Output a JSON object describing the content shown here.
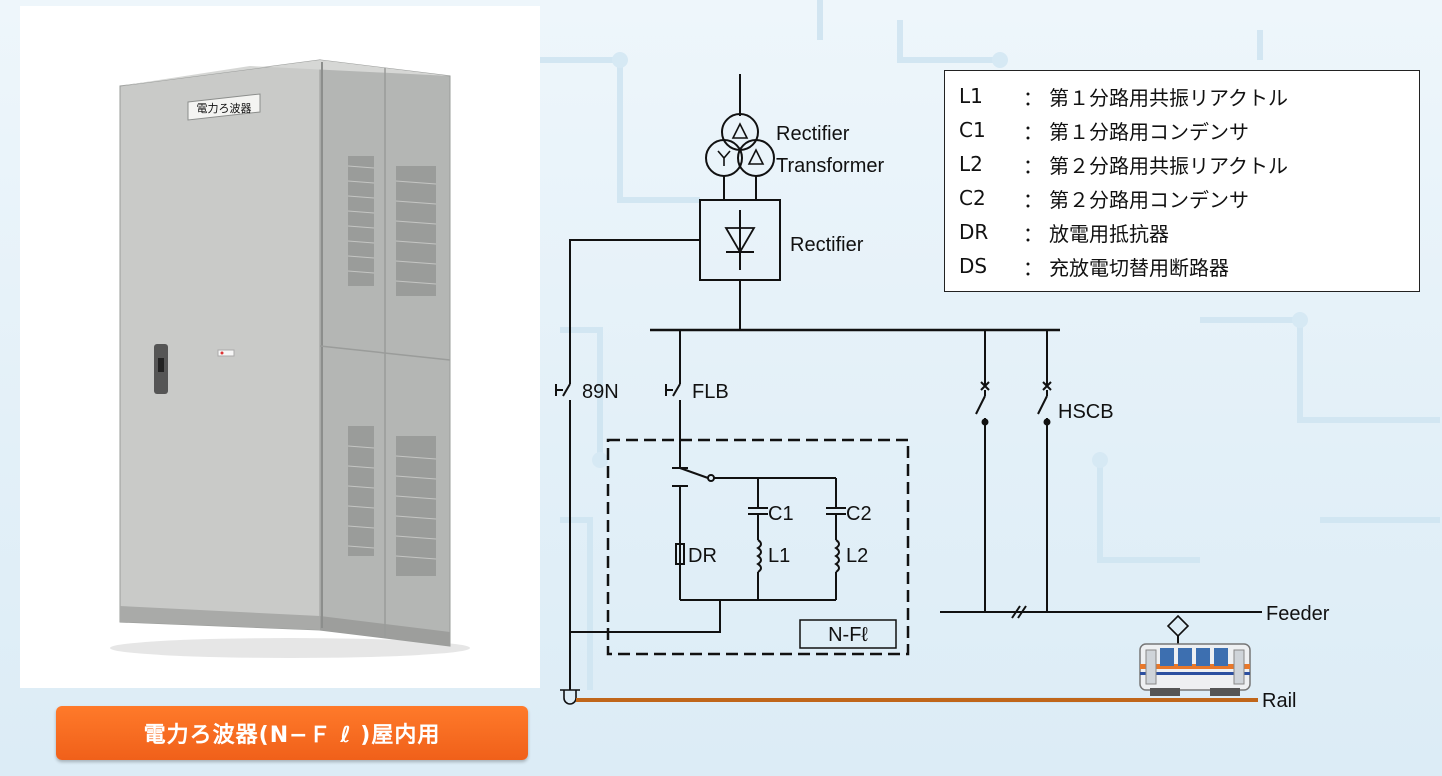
{
  "cabinet": {
    "nameplate": "電力ろ波器"
  },
  "caption": "電力ろ波器(N−Ｆ ℓ )屋内用",
  "diagram": {
    "transformer_label_1": "Rectifier",
    "transformer_label_2": "Transformer",
    "rectifier_label": "Rectifier",
    "switch_89n": "89N",
    "switch_flb": "FLB",
    "breaker_hscb": "HSCB",
    "c1": "C1",
    "c2": "C2",
    "dr": "DR",
    "l1": "L1",
    "l2": "L2",
    "box_label": "N-Fℓ",
    "feeder": "Feeder",
    "rail": "Rail"
  },
  "legend": [
    {
      "code": "L1",
      "sep": "：",
      "desc": "第１分路用共振リアクトル"
    },
    {
      "code": "C1",
      "sep": "：",
      "desc": "第１分路用コンデンサ"
    },
    {
      "code": "L2",
      "sep": "：",
      "desc": "第２分路用共振リアクトル"
    },
    {
      "code": "C2",
      "sep": "：",
      "desc": "第２分路用コンデンサ"
    },
    {
      "code": "DR",
      "sep": "：",
      "desc": "放電用抵抗器"
    },
    {
      "code": "DS",
      "sep": "：",
      "desc": "充放電切替用断路器"
    }
  ],
  "colors": {
    "rail": "#c0661a",
    "banner": "#f0601a",
    "cabinet": "#c9cac8"
  }
}
